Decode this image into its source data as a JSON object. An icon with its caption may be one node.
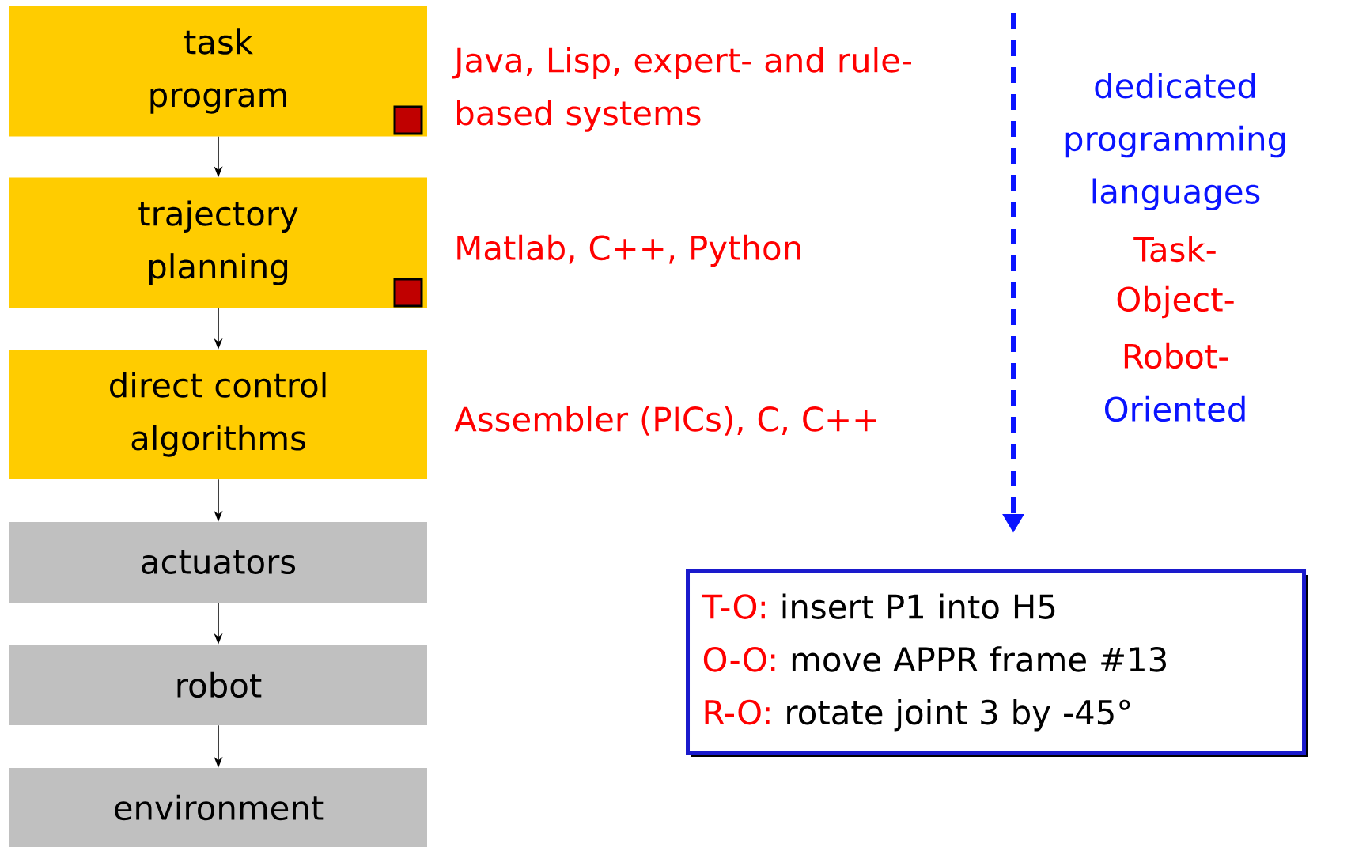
{
  "diagram": {
    "nodes": [
      {
        "text": [
          "task program"
        ]
      },
      {
        "text": [
          "trajectory planning"
        ]
      },
      {
        "text": [
          "direct control algorithms"
        ]
      },
      {
        "text": [
          "actuators"
        ]
      },
      {
        "text": [
          "robot"
        ]
      },
      {
        "text": [
          "environment"
        ]
      },
      {
        "text": [
          "T-O:",
          "insert P1 into H5",
          "O-O:",
          "move APPR frame #13",
          "R-O:",
          "rotate joint 3 by -45°"
        ]
      }
    ],
    "edges": [
      {
        "from": 0,
        "to": 1,
        "arrow": "to"
      },
      {
        "from": 1,
        "to": 2,
        "arrow": "to"
      },
      {
        "from": 2,
        "to": 3,
        "arrow": "to"
      },
      {
        "from": 3,
        "to": 4,
        "arrow": "to"
      },
      {
        "from": 4,
        "to": 5,
        "arrow": "to"
      }
    ],
    "labels": [
      "Java, Lisp, expert- and rule-based systems",
      "Matlab, C++, Python",
      "Assembler (PICs), C, C++",
      "dedicated programming languages",
      "Task-",
      "Object-",
      "Robot-",
      "Oriented"
    ]
  }
}
